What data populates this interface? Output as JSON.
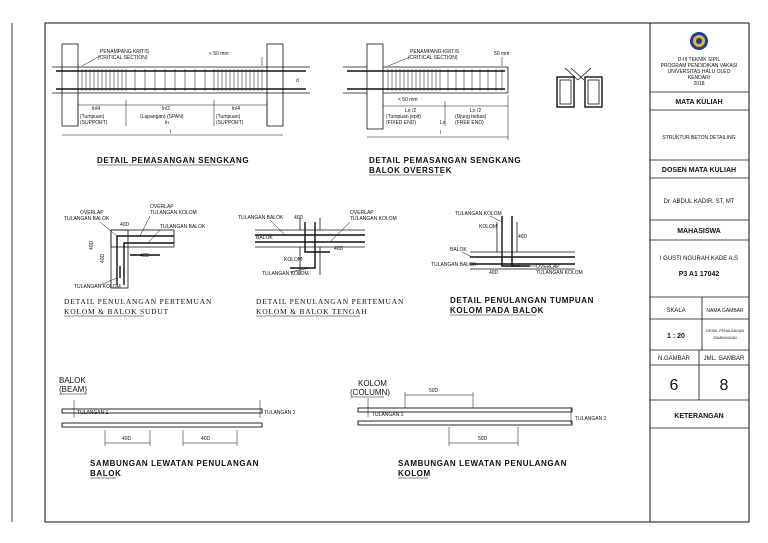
{
  "title_block": {
    "institution": [
      "D-III TEKNIK SIPIL",
      "PROGRAM PENDIDIKAN VAKASI",
      "UNIVERSITAS HALU OLEO",
      "KENDARI",
      "2018"
    ],
    "course_header": "MATA KULIAH",
    "course_value": "STRUKTUR BETON DETAILING",
    "lecturer_header": "DOSEN MATA KULIAH",
    "lecturer_value": "Dr. ABDUL KADIR, ST, MT",
    "student_header": "MAHASISWA",
    "student_name": "I GUSTI NGURAH KADE A.S",
    "student_id": "P3 A1 17042",
    "scale_label": "SKALA",
    "drawing_name_label": "NAMA GAMBAR",
    "scale_value": "1 : 20",
    "drawing_name_value": [
      "DETAIL PENULANGAN",
      "SAMBUNGAN"
    ],
    "sheet_no_label": "N.GAMBAR",
    "sheet_total_label": "JML. GAMBAR",
    "sheet_no": "6",
    "sheet_total": "8",
    "notes_header": "KETERANGAN"
  },
  "d1": {
    "title": "DETAIL PEMASANGAN SENGKANG",
    "critical": [
      "PENAMPANG KRITIS",
      "(CRITICAL SECTION)"
    ],
    "gap": "< 50 mm",
    "dims": [
      "ln/4",
      "ln/2",
      "ln/4"
    ],
    "lab_left": [
      "(Tumpuan)",
      "(SUPPORT)"
    ],
    "lab_mid": [
      "(Lapangan) (SPAN)",
      "ln"
    ],
    "lab_right": [
      "(Tumpuan)",
      "(SUPPORT)"
    ],
    "total": "l",
    "d": "d"
  },
  "d2": {
    "title": [
      "DETAIL PEMASANGAN SENGKANG",
      "BALOK OVERSTEK"
    ],
    "critical": [
      "PENAMPANG KRITIS",
      "(CRITICAL SECTION)"
    ],
    "gap_top": "50 mm",
    "gap": "< 50 mm",
    "dims": [
      "Lo /2",
      "Lo /2"
    ],
    "lab_left": [
      "(Tumpuan jepit)",
      "(FIXED END)"
    ],
    "lab_right": [
      "(Ujung bebas)",
      "(FREE END)"
    ],
    "mid": "Lo",
    "total": "l"
  },
  "d3": {
    "title": [
      "DETAIL PENULANGAN PERTEMUAN",
      "KOLOM & BALOK SUDUT"
    ],
    "overlap_left": [
      "OVERLAP",
      "TULANGAN BALOK"
    ],
    "overlap_right": [
      "OVERLAP",
      "TULANGAN KOLOM"
    ],
    "tul_balok": "TULANGAN BALOK",
    "tul_kolom": "TULANGAN KOLOM",
    "dims": [
      "40D",
      "40D",
      "40D",
      "40D"
    ]
  },
  "d4": {
    "title": [
      "DETAIL PENULANGAN PERTEMUAN",
      "KOLOM & BALOK TENGAH"
    ],
    "tul_balok": "TULANGAN BALOK",
    "overlap": [
      "OVERLAP",
      "TULANGAN KOLOM"
    ],
    "balok": "BALOK",
    "kolom": "KOLOM",
    "tul_kolom": "TULANGAN KOLOM",
    "dims": [
      "40D",
      "40D"
    ]
  },
  "d5": {
    "title": [
      "DETAIL PENULANGAN TUMPUAN",
      "KOLOM PADA BALOK"
    ],
    "tul_kolom": "TULANGAN KOLOM",
    "kolom": "KOLOM",
    "balok": "BALOK",
    "tul_balok": "TULANGAN BALOK",
    "overlap": [
      "OVERLAP",
      "TULANGAN KOLOM"
    ],
    "dims": [
      "40D",
      "40D"
    ]
  },
  "d6": {
    "title": [
      "SAMBUNGAN LEWATAN PENULANGAN",
      "BALOK"
    ],
    "label": [
      "BALOK",
      "(BEAM)"
    ],
    "tul1": "TULANGAN 1",
    "tul2": "TULANGAN 2",
    "dims": [
      "40D",
      "40D"
    ]
  },
  "d7": {
    "title": [
      "SAMBUNGAN LEWATAN PENULANGAN",
      "KOLOM"
    ],
    "label": [
      "KOLOM",
      "(COLUMN)"
    ],
    "tul1": "TULANGAN 1",
    "tul2": "TULANGAN 2",
    "dims": [
      "50D",
      "50D"
    ]
  },
  "colors": {
    "ink": "#111111",
    "emblem_blue": "#1f3f9a",
    "emblem_gold": "#e0b92c"
  }
}
